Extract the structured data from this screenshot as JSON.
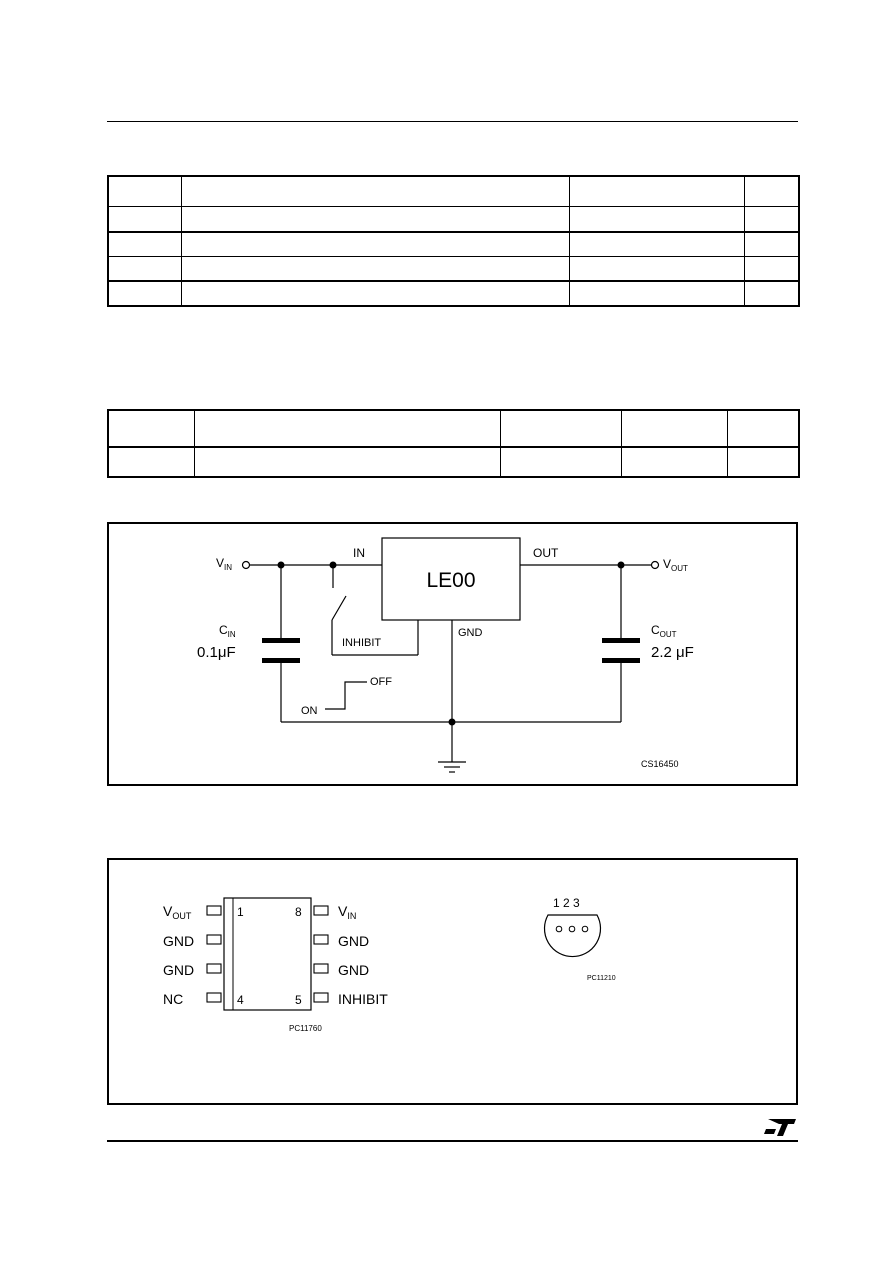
{
  "circuit": {
    "vin_label": "V",
    "vin_sub": "IN",
    "in_label": "IN",
    "chip_label": "LE00",
    "out_label": "OUT",
    "vout_label": "V",
    "vout_sub": "OUT",
    "cin_label": "C",
    "cin_sub": "IN",
    "cin_value": "0.1μF",
    "cout_label": "C",
    "cout_sub": "OUT",
    "cout_value": "2.2 μF",
    "inhibit_label": "INHIBIT",
    "gnd_label": "GND",
    "on_label": "ON",
    "off_label": "OFF",
    "figure_code": "CS16450"
  },
  "pinout": {
    "so8_left_pins": [
      {
        "name": "V",
        "sub": "OUT",
        "num": "1"
      },
      {
        "name": "GND",
        "sub": "",
        "num": ""
      },
      {
        "name": "GND",
        "sub": "",
        "num": ""
      },
      {
        "name": "NC",
        "sub": "",
        "num": "4"
      }
    ],
    "so8_right_pins": [
      {
        "name": "V",
        "sub": "IN",
        "num": "8"
      },
      {
        "name": "GND",
        "sub": "",
        "num": ""
      },
      {
        "name": "GND",
        "sub": "",
        "num": ""
      },
      {
        "name": "INHIBIT",
        "sub": "",
        "num": "5"
      }
    ],
    "so8_code": "PC11760",
    "to92_pin_numbers": "1 2 3",
    "to92_code": "PC11210"
  },
  "footer": {
    "logo_text": "ST"
  }
}
